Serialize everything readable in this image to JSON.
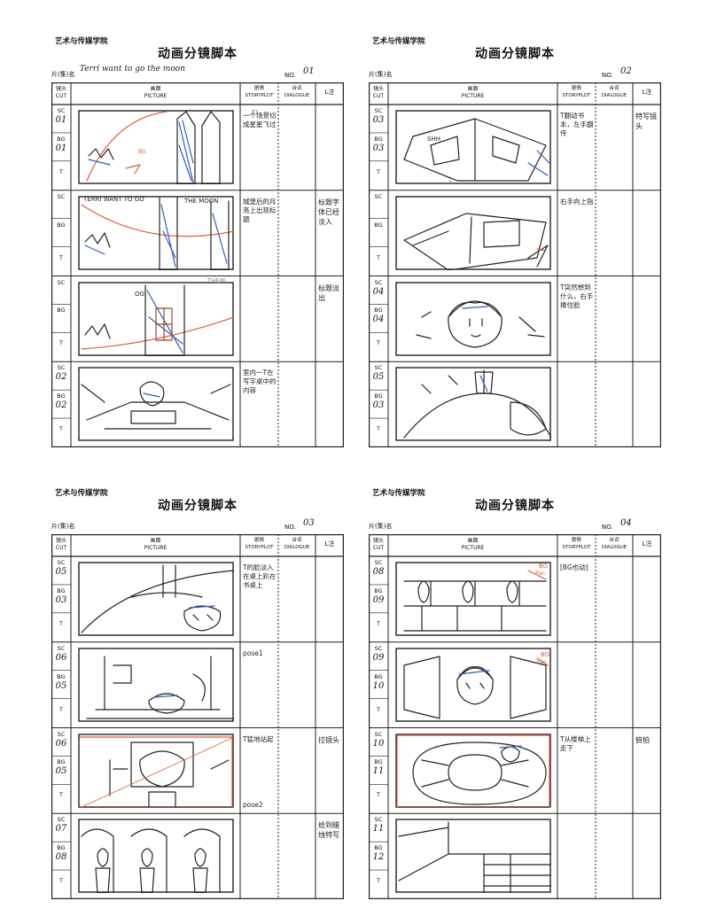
{
  "sheets": [
    {
      "school": "艺术与传媒学院",
      "title": "动画分镜脚本",
      "film_label": "片(集)名",
      "film_name": "Terri want to go the moon",
      "no_label": "NO.",
      "no": "01",
      "headers": {
        "cut_cn": "镜头",
        "cut_en": "CUT",
        "pic_cn": "画面",
        "pic_en": "PICTURE",
        "plot_cn": "剧情",
        "plot_en": "STORYPLOT",
        "dia_cn": "台词",
        "dia_en": "DIALOGUE",
        "l": "L注"
      },
      "rows": [
        {
          "sc": "01",
          "bg": "01",
          "t": "",
          "note": "一个场景切成星星飞过",
          "l": ""
        },
        {
          "sc": "",
          "bg": "",
          "t": "",
          "note": "城堡后的月亮上出现标题",
          "l": "标题字体已经淡入"
        },
        {
          "sc": "",
          "bg": "",
          "t": "",
          "note": "",
          "l": "标题淡出"
        },
        {
          "sc": "02",
          "bg": "02",
          "t": "",
          "note": "室内一T在写字桌中的内容",
          "l": ""
        }
      ]
    },
    {
      "school": "艺术与传媒学院",
      "title": "动画分镜脚本",
      "film_label": "片(集)名",
      "film_name": "",
      "no_label": "NO.",
      "no": "02",
      "headers": {
        "cut_cn": "镜头",
        "cut_en": "CUT",
        "pic_cn": "画面",
        "pic_en": "PICTURE",
        "plot_cn": "剧情",
        "plot_en": "STORYPLOT",
        "dia_cn": "台词",
        "dia_en": "DIALOGUE",
        "l": "L注"
      },
      "rows": [
        {
          "sc": "03",
          "bg": "03",
          "t": "",
          "note": "T翻动书本，左手翻传",
          "l": "特写镜头"
        },
        {
          "sc": "",
          "bg": "",
          "t": "",
          "note": "右手向上指",
          "l": ""
        },
        {
          "sc": "04",
          "bg": "04",
          "t": "",
          "note": "T突然想到什么，右手捧住脸",
          "l": ""
        },
        {
          "sc": "05",
          "bg": "03",
          "t": "",
          "note": "",
          "l": ""
        }
      ]
    },
    {
      "school": "艺术与传媒学院",
      "title": "动画分镜脚本",
      "film_label": "片(集)名",
      "film_name": "",
      "no_label": "NO.",
      "no": "03",
      "headers": {
        "cut_cn": "镜头",
        "cut_en": "CUT",
        "pic_cn": "画面",
        "pic_en": "PICTURE",
        "plot_cn": "剧情",
        "plot_en": "STORYPLOT",
        "dia_cn": "台词",
        "dia_en": "DIALOGUE",
        "l": "L注"
      },
      "rows": [
        {
          "sc": "05",
          "bg": "03",
          "t": "",
          "note": "T的脸淡入在桌上趴在书桌上",
          "l": ""
        },
        {
          "sc": "06",
          "bg": "05",
          "t": "",
          "note": "pose1",
          "l": ""
        },
        {
          "sc": "06",
          "bg": "05",
          "t": "",
          "note": "T猛地站起",
          "l": "拉镜头"
        },
        {
          "sc": "07",
          "bg": "08",
          "t": "",
          "note": "",
          "l": "给到蜡烛特写"
        }
      ],
      "extra_note": "pose2"
    },
    {
      "school": "艺术与传媒学院",
      "title": "动画分镜脚本",
      "film_label": "片(集)名",
      "film_name": "",
      "no_label": "NO.",
      "no": "04",
      "headers": {
        "cut_cn": "镜头",
        "cut_en": "CUT",
        "pic_cn": "画面",
        "pic_en": "PICTURE",
        "plot_cn": "剧情",
        "plot_en": "STORYPLOT",
        "dia_cn": "台词",
        "dia_en": "DIALOGUE",
        "l": "L注"
      },
      "rows": [
        {
          "sc": "08",
          "bg": "09",
          "t": "",
          "note": "[BG也动]",
          "l": ""
        },
        {
          "sc": "09",
          "bg": "10",
          "t": "",
          "note": "",
          "l": ""
        },
        {
          "sc": "10",
          "bg": "11",
          "t": "",
          "note": "T从楼梯上走下",
          "l": "俯拍"
        },
        {
          "sc": "11",
          "bg": "12",
          "t": "",
          "note": "",
          "l": ""
        }
      ]
    }
  ],
  "row_labels": {
    "sc": "SC",
    "bg": "BG",
    "t": "T"
  },
  "annotations": {
    "fi": "FI",
    "bg": "BG",
    "pan": "Pan",
    "bg2": "BG",
    "pan2": "Pan",
    "bg3": "BG",
    "castle_text": "TERRI WANT TO GO",
    "moon_text": "THE MOON",
    "them_text": "THEM",
    "moon_frag": "OG",
    "shh": "SHH"
  }
}
